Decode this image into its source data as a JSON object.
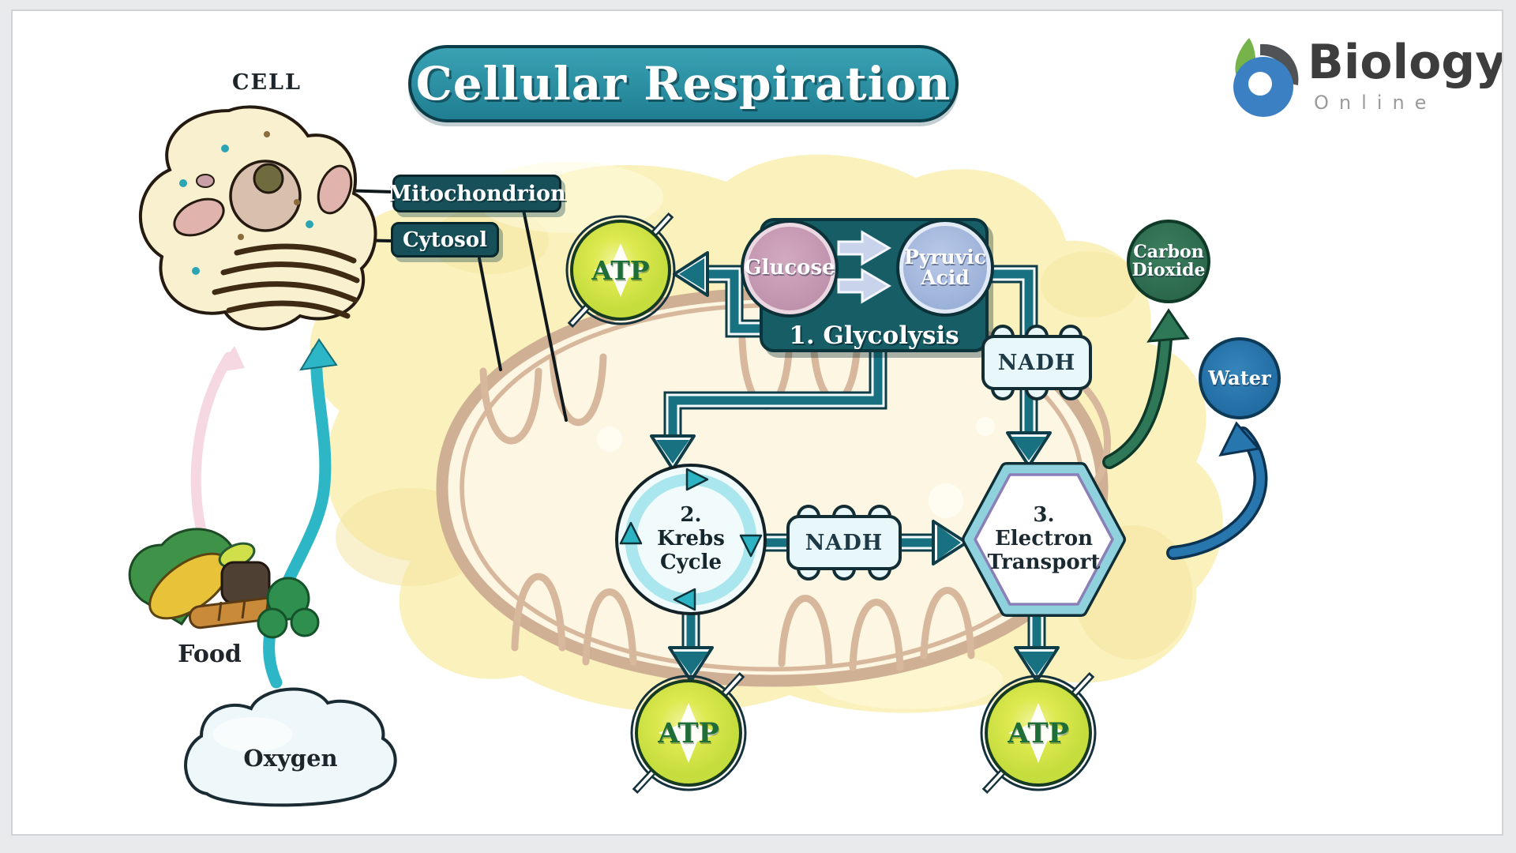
{
  "title": {
    "text": "Cellular Respiration"
  },
  "logo": {
    "brand": "Biology",
    "subtitle": "Online"
  },
  "cell_inset": {
    "heading": "CELL",
    "labels": {
      "mitochondrion": "Mitochondrion",
      "cytosol": "Cytosol"
    }
  },
  "inputs": {
    "food": "Food",
    "oxygen": "Oxygen"
  },
  "stages": {
    "glycolysis": {
      "title": "1. Glycolysis",
      "input": "Glucose",
      "output_line1": "Pyruvic",
      "output_line2": "Acid"
    },
    "krebs_cycle": {
      "number": "2.",
      "name_line1": "Krebs",
      "name_line2": "Cycle"
    },
    "electron_transport": {
      "number": "3.",
      "name_line1": "Electron",
      "name_line2": "Transport"
    }
  },
  "molecules": {
    "atp": "ATP",
    "nadh": "NADH",
    "carbon_dioxide": {
      "line1": "Carbon",
      "line2": "Dioxide"
    },
    "water": "Water"
  },
  "colors": {
    "banner_teal": "#2a8fa1",
    "label_box_teal": "#175059",
    "pipe_teal": "#177181",
    "atp_yellow_green": "#d6e54a",
    "glucose_pink": "#c49ab0",
    "pyruvic_lavender": "#a3b6da",
    "co2_green": "#2e6f50",
    "water_blue": "#2574a8",
    "cytosol_yellow": "#faf1bc",
    "membrane_tan": "#d5b498",
    "oxygen_arrow_teal": "#2db6c5",
    "food_arrow_pink": "#f6d8e2"
  }
}
